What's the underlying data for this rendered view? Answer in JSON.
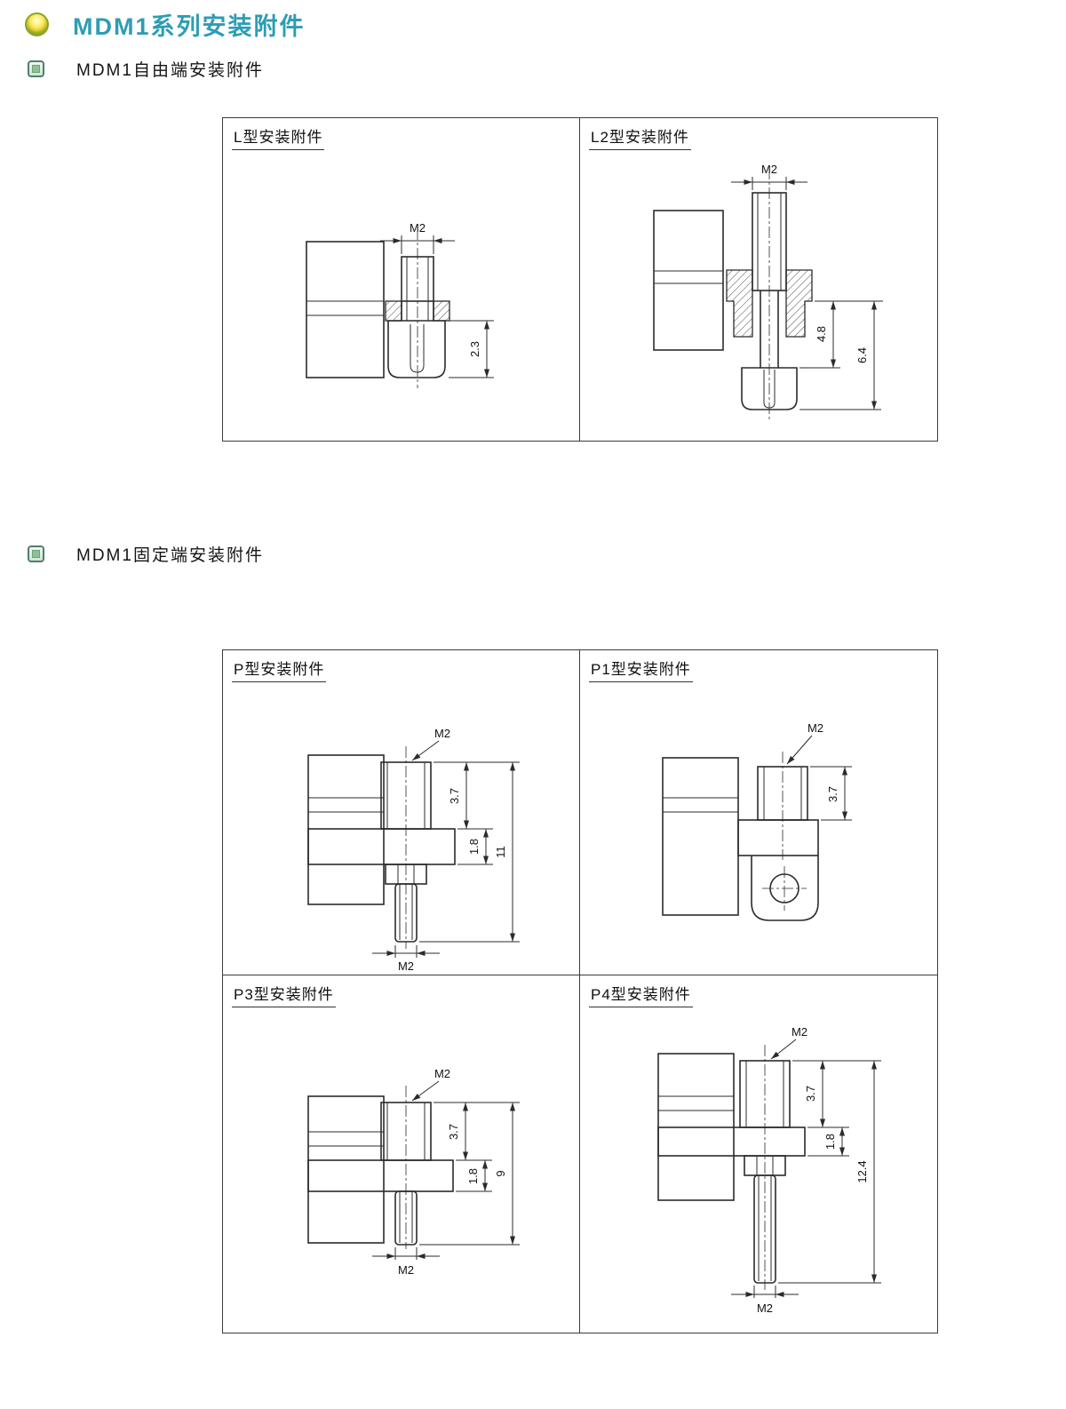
{
  "header": {
    "title": "MDM1系列安装附件"
  },
  "sections": {
    "free_end": {
      "heading": "MDM1自由端安装附件",
      "cells": {
        "l": {
          "title": "L型安装附件",
          "thread_top": "M2",
          "dim_head_height": "2.3"
        },
        "l2": {
          "title": "L2型安装附件",
          "thread_top": "M2",
          "dim_protrusion": "4.8",
          "dim_total": "6.4"
        }
      }
    },
    "fixed_end": {
      "heading": "MDM1固定端安装附件",
      "cells": {
        "p": {
          "title": "P型安装附件",
          "thread_top": "M2",
          "dim_top": "3.7",
          "dim_plate": "1.8",
          "dim_total": "11",
          "thread_bottom": "M2"
        },
        "p1": {
          "title": "P1型安装附件",
          "thread_top": "M2",
          "dim_top": "3.7"
        },
        "p3": {
          "title": "P3型安装附件",
          "thread_top": "M2",
          "dim_top": "3.7",
          "dim_plate": "1.8",
          "dim_total": "9",
          "thread_bottom": "M2"
        },
        "p4": {
          "title": "P4型安装附件",
          "thread_top": "M2",
          "dim_top": "3.7",
          "dim_plate": "1.8",
          "dim_total": "12.4",
          "thread_bottom": "M2"
        }
      }
    }
  }
}
